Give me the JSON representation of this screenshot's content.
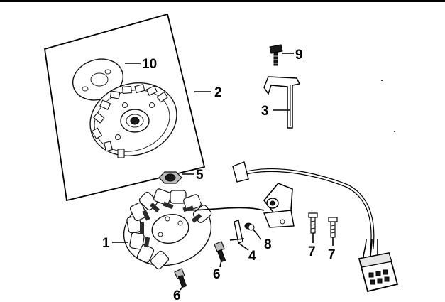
{
  "callouts": [
    {
      "id": "10",
      "text": "10"
    },
    {
      "id": "2",
      "text": "2"
    },
    {
      "id": "9",
      "text": "9"
    },
    {
      "id": "3",
      "text": "3"
    },
    {
      "id": "5",
      "text": "5"
    },
    {
      "id": "1",
      "text": "1"
    },
    {
      "id": "4",
      "text": "4"
    },
    {
      "id": "8",
      "text": "8"
    },
    {
      "id": "6a",
      "text": "6"
    },
    {
      "id": "6b",
      "text": "6"
    },
    {
      "id": "7a",
      "text": "7"
    },
    {
      "id": "7b",
      "text": "7"
    }
  ]
}
